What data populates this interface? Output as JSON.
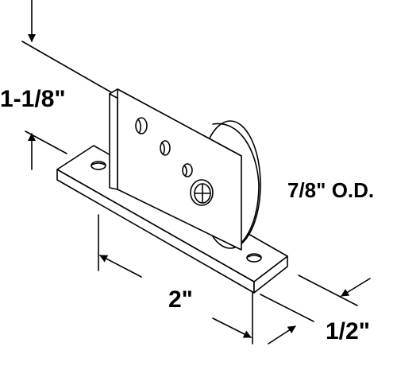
{
  "dimensions": {
    "height_label": "1-1/8\"",
    "wheel_label": "7/8\" O.D.",
    "length_label": "2\"",
    "width_label": "1/2\""
  },
  "colors": {
    "line": "#000000",
    "fill": "#ffffff",
    "background": "#ffffff"
  }
}
